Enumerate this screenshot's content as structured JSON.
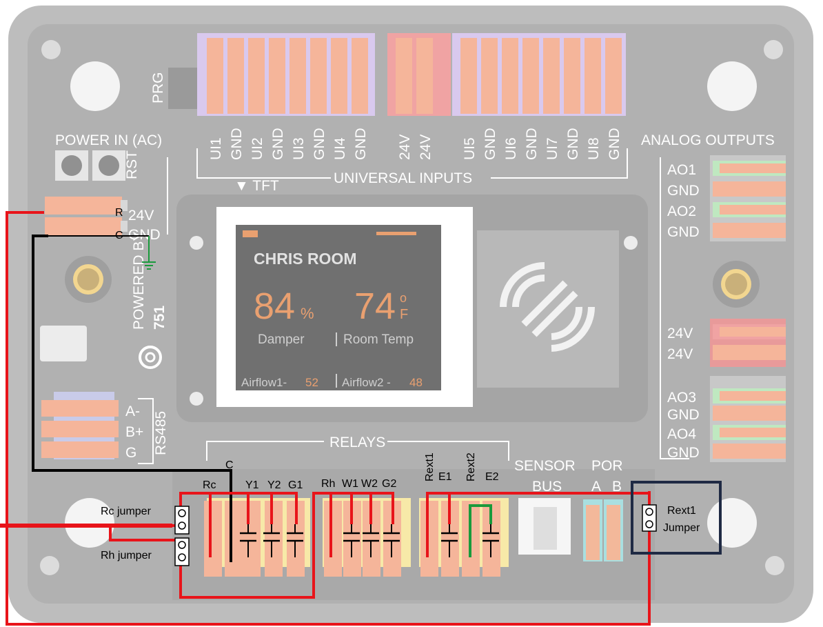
{
  "board": {
    "prg": "PRG",
    "power_in": "POWER IN (AC)",
    "rst": "RST",
    "v24": "24V",
    "gnd": "GND",
    "powered_by": "POWERED BY",
    "logo": "751",
    "universal_inputs": "UNIVERSAL INPUTS",
    "tft": "▼ TFT",
    "analog_outputs": "ANALOG OUTPUTS",
    "relays": "RELAYS",
    "sensor": "SENSOR",
    "bus": "BUS",
    "por": "POR",
    "a": "A",
    "b": "B",
    "rs485": "RS485",
    "a_minus": "A-",
    "b_plus": "B+",
    "g": "G",
    "top_pins": [
      "UI1",
      "GND",
      "UI2",
      "GND",
      "UI3",
      "GND",
      "UI4",
      "GND",
      "24V",
      "24V",
      "UI5",
      "GND",
      "UI6",
      "GND",
      "UI7",
      "GND",
      "UI8",
      "GND"
    ],
    "right_pins": [
      "AO1",
      "GND",
      "AO2",
      "GND",
      "24V",
      "24V",
      "AO3",
      "GND",
      "AO4",
      "GND"
    ]
  },
  "screen": {
    "room": "CHRIS ROOM",
    "damper_value": "84",
    "damper_unit": "%",
    "damper_label": "Damper",
    "temp_value": "74",
    "temp_unit_deg": "o",
    "temp_unit": "F",
    "temp_label": "Room Temp",
    "airflow1_label": "Airflow1-",
    "airflow1_value": "52",
    "airflow2_label": "Airflow2 -",
    "airflow2_value": "48"
  },
  "wiring": {
    "R": "R",
    "C": "C",
    "C2": "C",
    "Rc": "Rc",
    "Y1": "Y1",
    "Y2": "Y2",
    "G1": "G1",
    "Rh": "Rh",
    "W1": "W1",
    "W2": "W2",
    "G2": "G2",
    "Rext1": "Rext1",
    "E1": "E1",
    "Rext2": "Rext2",
    "E2": "E2",
    "rc_jumper": "Rc jumper",
    "rh_jumper": "Rh jumper",
    "rext1_jumper_1": "Rext1",
    "rext1_jumper_2": "Jumper"
  },
  "colors": {
    "wire_red": "#e8141a",
    "wire_black": "#000000",
    "wire_green": "#1a9a3c",
    "highlight_box": "#1f2a44",
    "board": "#b9b9b9",
    "terminal_orange": "#f7c9a8"
  }
}
